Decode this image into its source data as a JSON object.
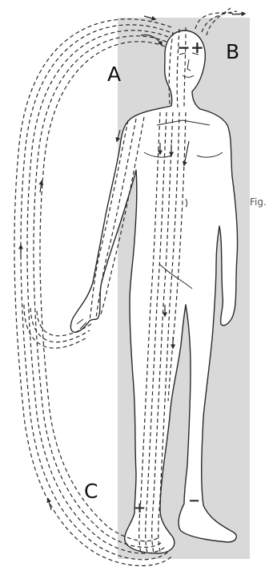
{
  "labels": {
    "a": "A",
    "b": "B",
    "c": "C",
    "fig": "Fig."
  },
  "polarity": {
    "head_plus": "+",
    "head_minus": "−",
    "right_foot_plus": "+",
    "left_foot_minus": "−"
  },
  "colors": {
    "panel": "#d9d9d9",
    "ink": "#2a2a2a",
    "skin": "#ffffff"
  }
}
